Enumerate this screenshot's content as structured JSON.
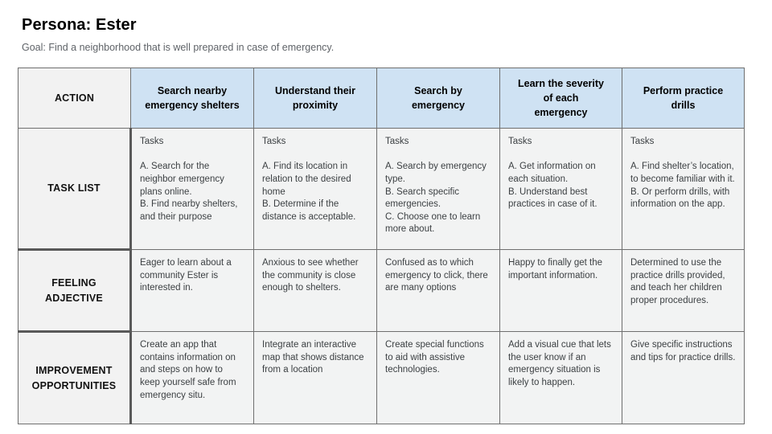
{
  "slide": {
    "title": "Persona: Ester",
    "subtitle": "Goal: Find a neighborhood that is well prepared in case of emergency."
  },
  "table": {
    "action_label": "ACTION",
    "columns": [
      "Search nearby\nemergency shelters",
      "Understand their\nproximity",
      "Search by\nemergency",
      "Learn the severity\nof each\nemergency",
      "Perform practice\ndrills"
    ],
    "rows": [
      {
        "label": "TASK LIST",
        "cells": [
          "Tasks\n\nA. Search for the neighbor emergency plans online.\nB. Find nearby shelters, and their purpose",
          "Tasks\n\nA. Find its location in relation to the desired home\nB. Determine if the distance is acceptable.",
          "Tasks\n\nA. Search by emergency type.\nB. Search specific emergencies.\nC. Choose one to learn more about.",
          "Tasks\n\nA. Get information on each situation.\nB. Understand best practices in case of it.",
          "Tasks\n\nA. Find shelter’s location, to become familiar with it.\nB. Or perform drills, with information on the app."
        ]
      },
      {
        "label": "FEELING ADJECTIVE",
        "cells": [
          "Eager to learn about a community Ester is interested in.",
          "Anxious to see whether the community is close enough to shelters.",
          "Confused as to which emergency to click, there are many options",
          "Happy to finally get the important information.",
          "Determined to use the practice drills provided, and teach her children proper procedures."
        ]
      },
      {
        "label": "IMPROVEMENT OPPORTUNITIES",
        "cells": [
          "Create an app that contains information on and steps on how to keep yourself safe from emergency situ.",
          "Integrate an interactive map that shows distance from a location",
          "Create special functions to aid with assistive technologies.",
          "Add a visual cue that lets the user know if an emergency situation is likely to happen.",
          "Give specific instructions and tips for practice drills."
        ]
      }
    ]
  },
  "colors": {
    "header_blue": "#cfe2f3",
    "cell_gray": "#f2f3f3",
    "label_gray": "#f2f2f2",
    "border_thick": "#595959",
    "border_thin": "#6f6f6f",
    "title_text": "#000000",
    "subtitle_text": "#5f6368",
    "body_text": "#3c4043"
  }
}
